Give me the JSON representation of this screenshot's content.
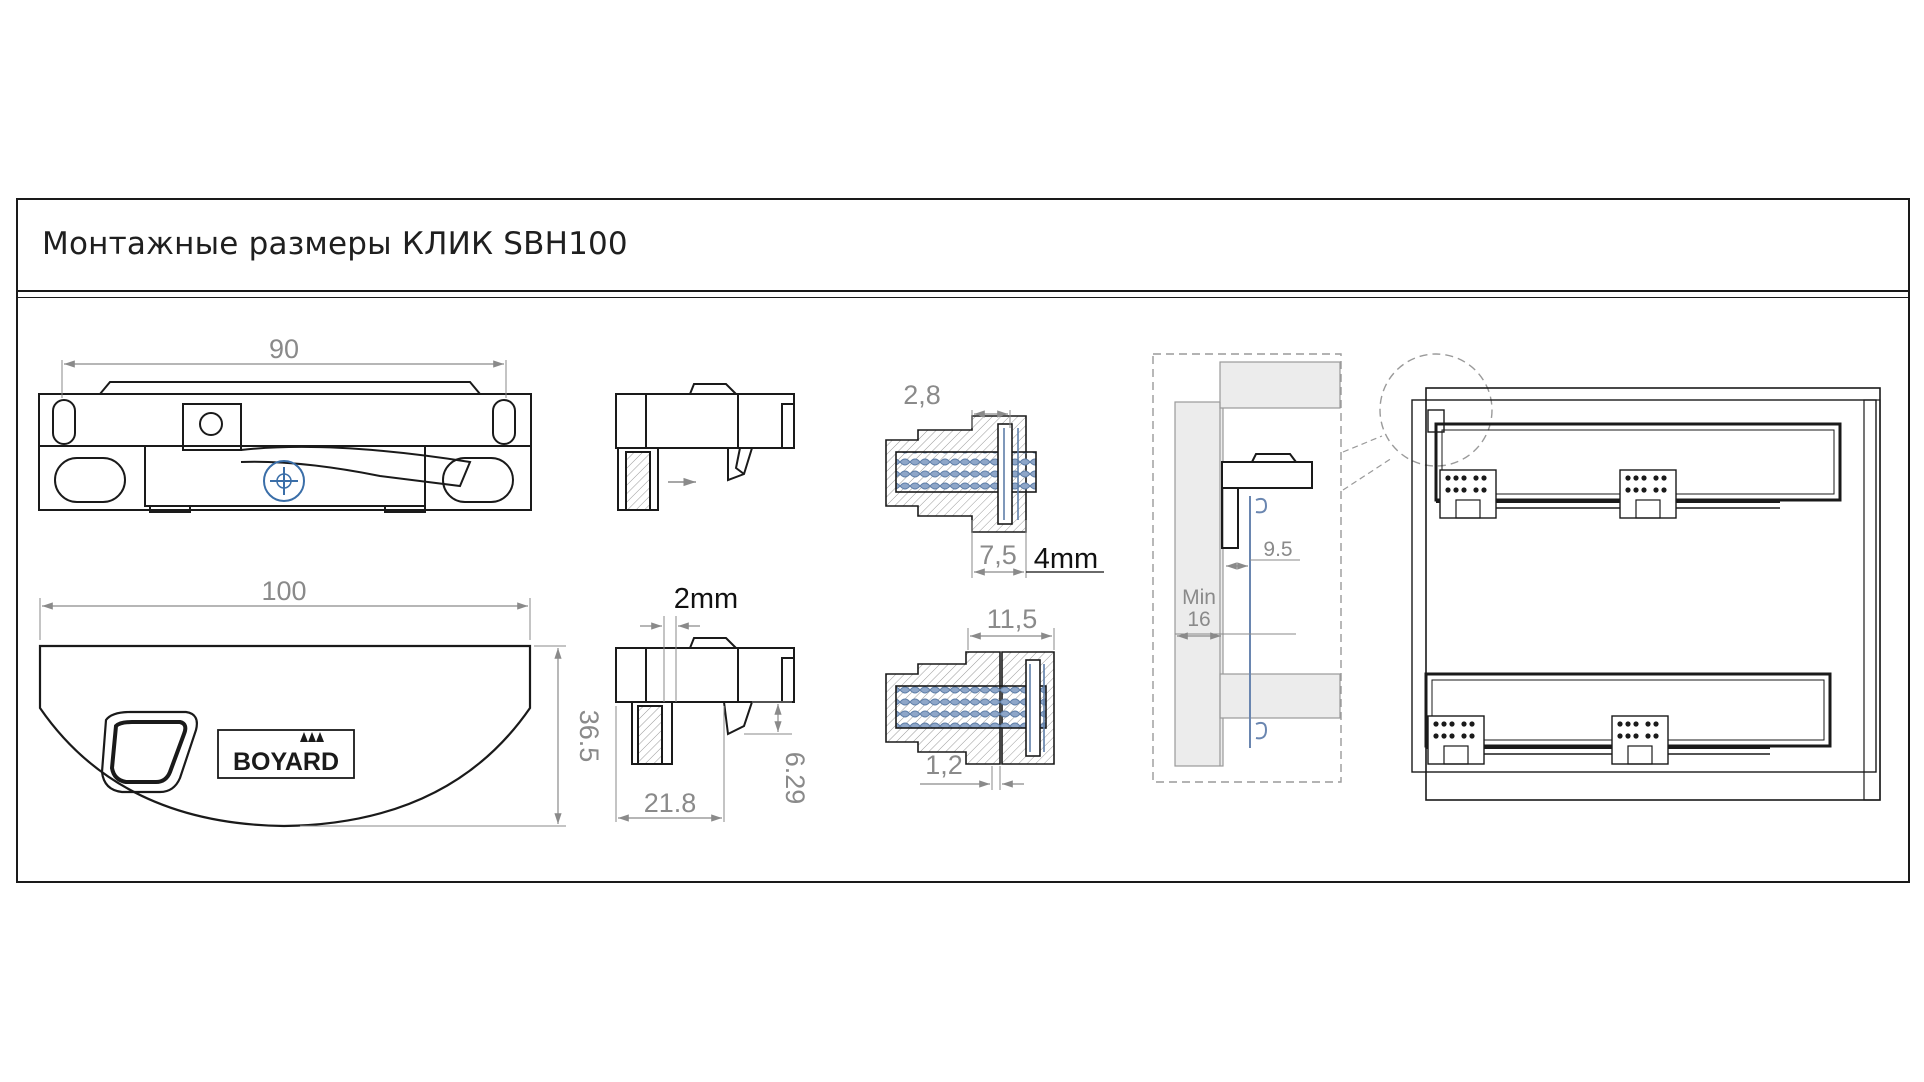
{
  "title": "Монтажные размеры КЛИК SBH100",
  "brand": "BOYARD",
  "dimensions": {
    "top_view_width": "90",
    "cover_width": "100",
    "cover_height": "36.5",
    "side_offset": "2mm",
    "side_depth": "21.8",
    "side_height": "6.29",
    "bolt_top_head": "2,8",
    "bolt_top_gap": "7,5",
    "bolt_gap": "4mm",
    "bolt_bottom_len": "11,5",
    "bolt_bottom_head": "1,2",
    "rail_offset": "9.5",
    "panel_min_label": "Min",
    "panel_min_value": "16"
  },
  "colors": {
    "line": "#1a1a1a",
    "dimension": "#8a8a8a",
    "thread_blue": "#8ea6c8",
    "logo_blue": "#3a6ea8",
    "panel_fill": "#ececec"
  }
}
